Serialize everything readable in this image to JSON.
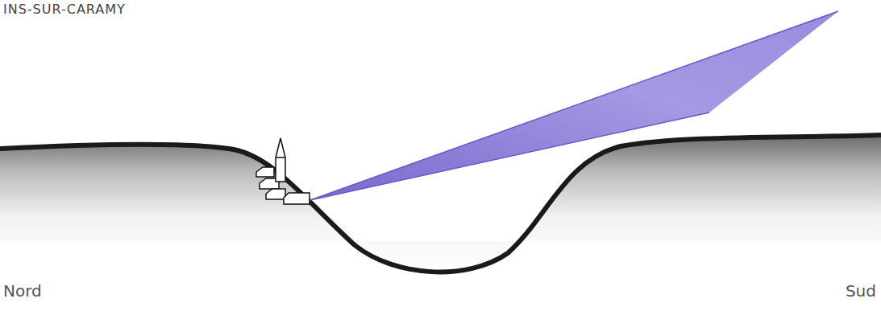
{
  "diagram": {
    "title": "INS-SUR-CARAMY",
    "labels": [
      "Nord",
      "Sud"
    ]
  }
}
